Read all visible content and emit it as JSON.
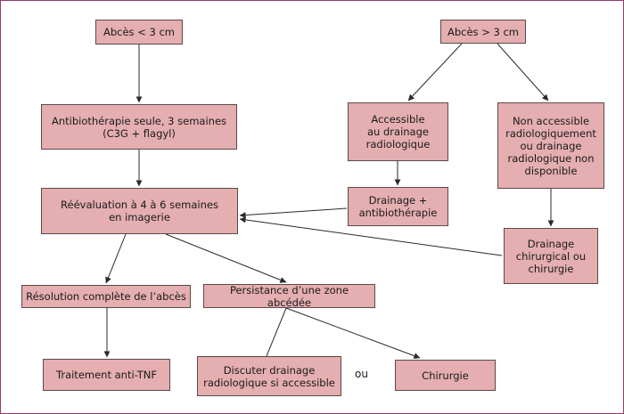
{
  "colors": {
    "node_fill": "#e5aeb0",
    "node_border": "#5a4a4a",
    "frame_border": "#9a3a6e",
    "edge": "#2a2a2a"
  },
  "nodes": {
    "abces_small": "Abcès < 3 cm",
    "abces_large": "Abcès > 3 cm",
    "antibiotherapie": "Antibiothérapie seule, 3 semaines\n(C3G + flagyl)",
    "accessible": "Accessible\nau drainage\nradiologique",
    "non_accessible": "Non accessible\nradiologiquement\nou drainage\nradiologique non\ndisponible",
    "reevaluation": "Réévaluation à 4 à 6 semaines\nen imagerie",
    "drainage_antibio": "Drainage +\nantibiothérapie",
    "drainage_chirurgical": "Drainage\nchirurgical ou\nchirurgie",
    "resolution": "Résolution complète de l’abcès",
    "persistance": "Persistance d’une zone abcédée",
    "traitement_anti_tnf": "Traitement anti-TNF",
    "discuter_drainage": "Discuter drainage\nradiologique si accessible",
    "chirurgie": "Chirurgie"
  },
  "connector_ou": "ou"
}
